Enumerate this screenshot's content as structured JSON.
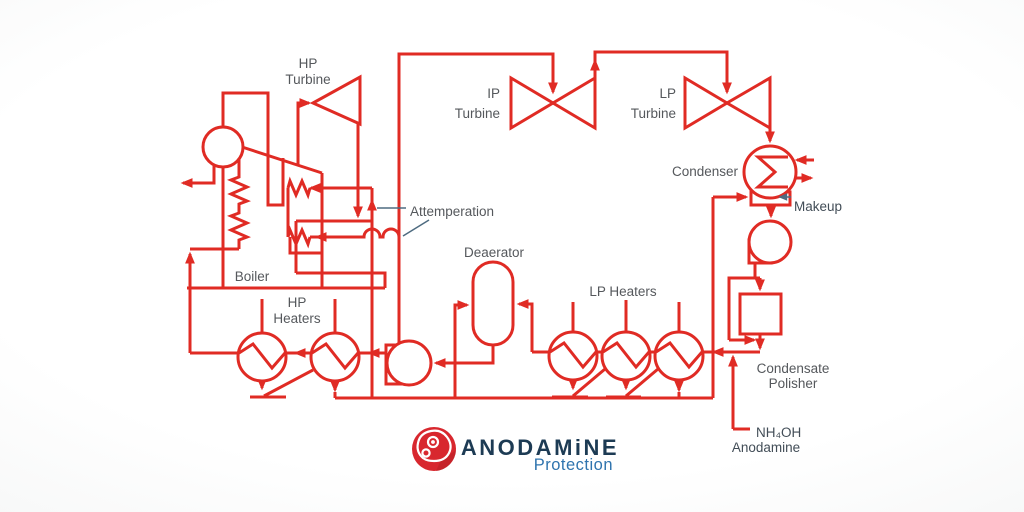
{
  "colors": {
    "pipe_red": "#e02b24",
    "label_gray": "#55585c",
    "label_dark": "#424d57",
    "leader_slate": "#4e6b80",
    "logo_navy": "#1d3b54",
    "logo_blue": "#2f74ae",
    "logo_red": "#d8272e",
    "background_edge": "#cfd0d2"
  },
  "diagram": {
    "labels": {
      "hp_turbine_1": "HP",
      "hp_turbine_2": "Turbine",
      "ip_turbine_1": "IP",
      "ip_turbine_2": "Turbine",
      "lp_turbine_1": "LP",
      "lp_turbine_2": "Turbine",
      "condenser": "Condenser",
      "makeup": "Makeup",
      "attemperation": "Attemperation",
      "boiler": "Boiler",
      "hp_heaters_1": "HP",
      "hp_heaters_2": "Heaters",
      "deaerator": "Deaerator",
      "lp_heaters": "LP Heaters",
      "polisher_1": "Condensate",
      "polisher_2": "Polisher",
      "chemical_1": "NH₄OH",
      "chemical_2": "Anodamine"
    }
  },
  "logo": {
    "brand": "ANODAMiNE",
    "tagline": "Protection"
  }
}
